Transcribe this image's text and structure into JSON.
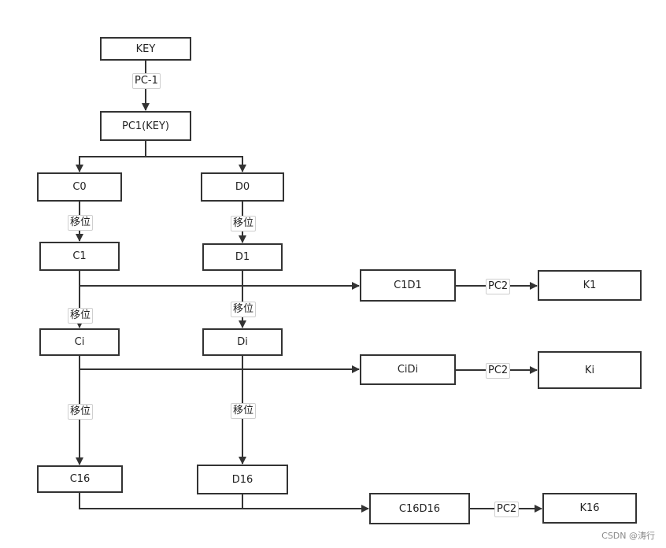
{
  "nodes": {
    "key": "KEY",
    "pc1key": "PC1(KEY)",
    "c0": "C0",
    "d0": "D0",
    "c1": "C1",
    "d1": "D1",
    "c1d1": "C1D1",
    "k1": "K1",
    "ci": "Ci",
    "di": "Di",
    "cidi": "CiDi",
    "ki": "Ki",
    "c16": "C16",
    "d16": "D16",
    "c16d16": "C16D16",
    "k16": "K16"
  },
  "edge_labels": {
    "pc_1": "PC-1",
    "shift": "移位",
    "pc2": "PC2"
  },
  "watermark": "CSDN @涛行",
  "colors": {
    "line": "#333333",
    "border": "#333333",
    "label_border": "#cfcfcf"
  }
}
